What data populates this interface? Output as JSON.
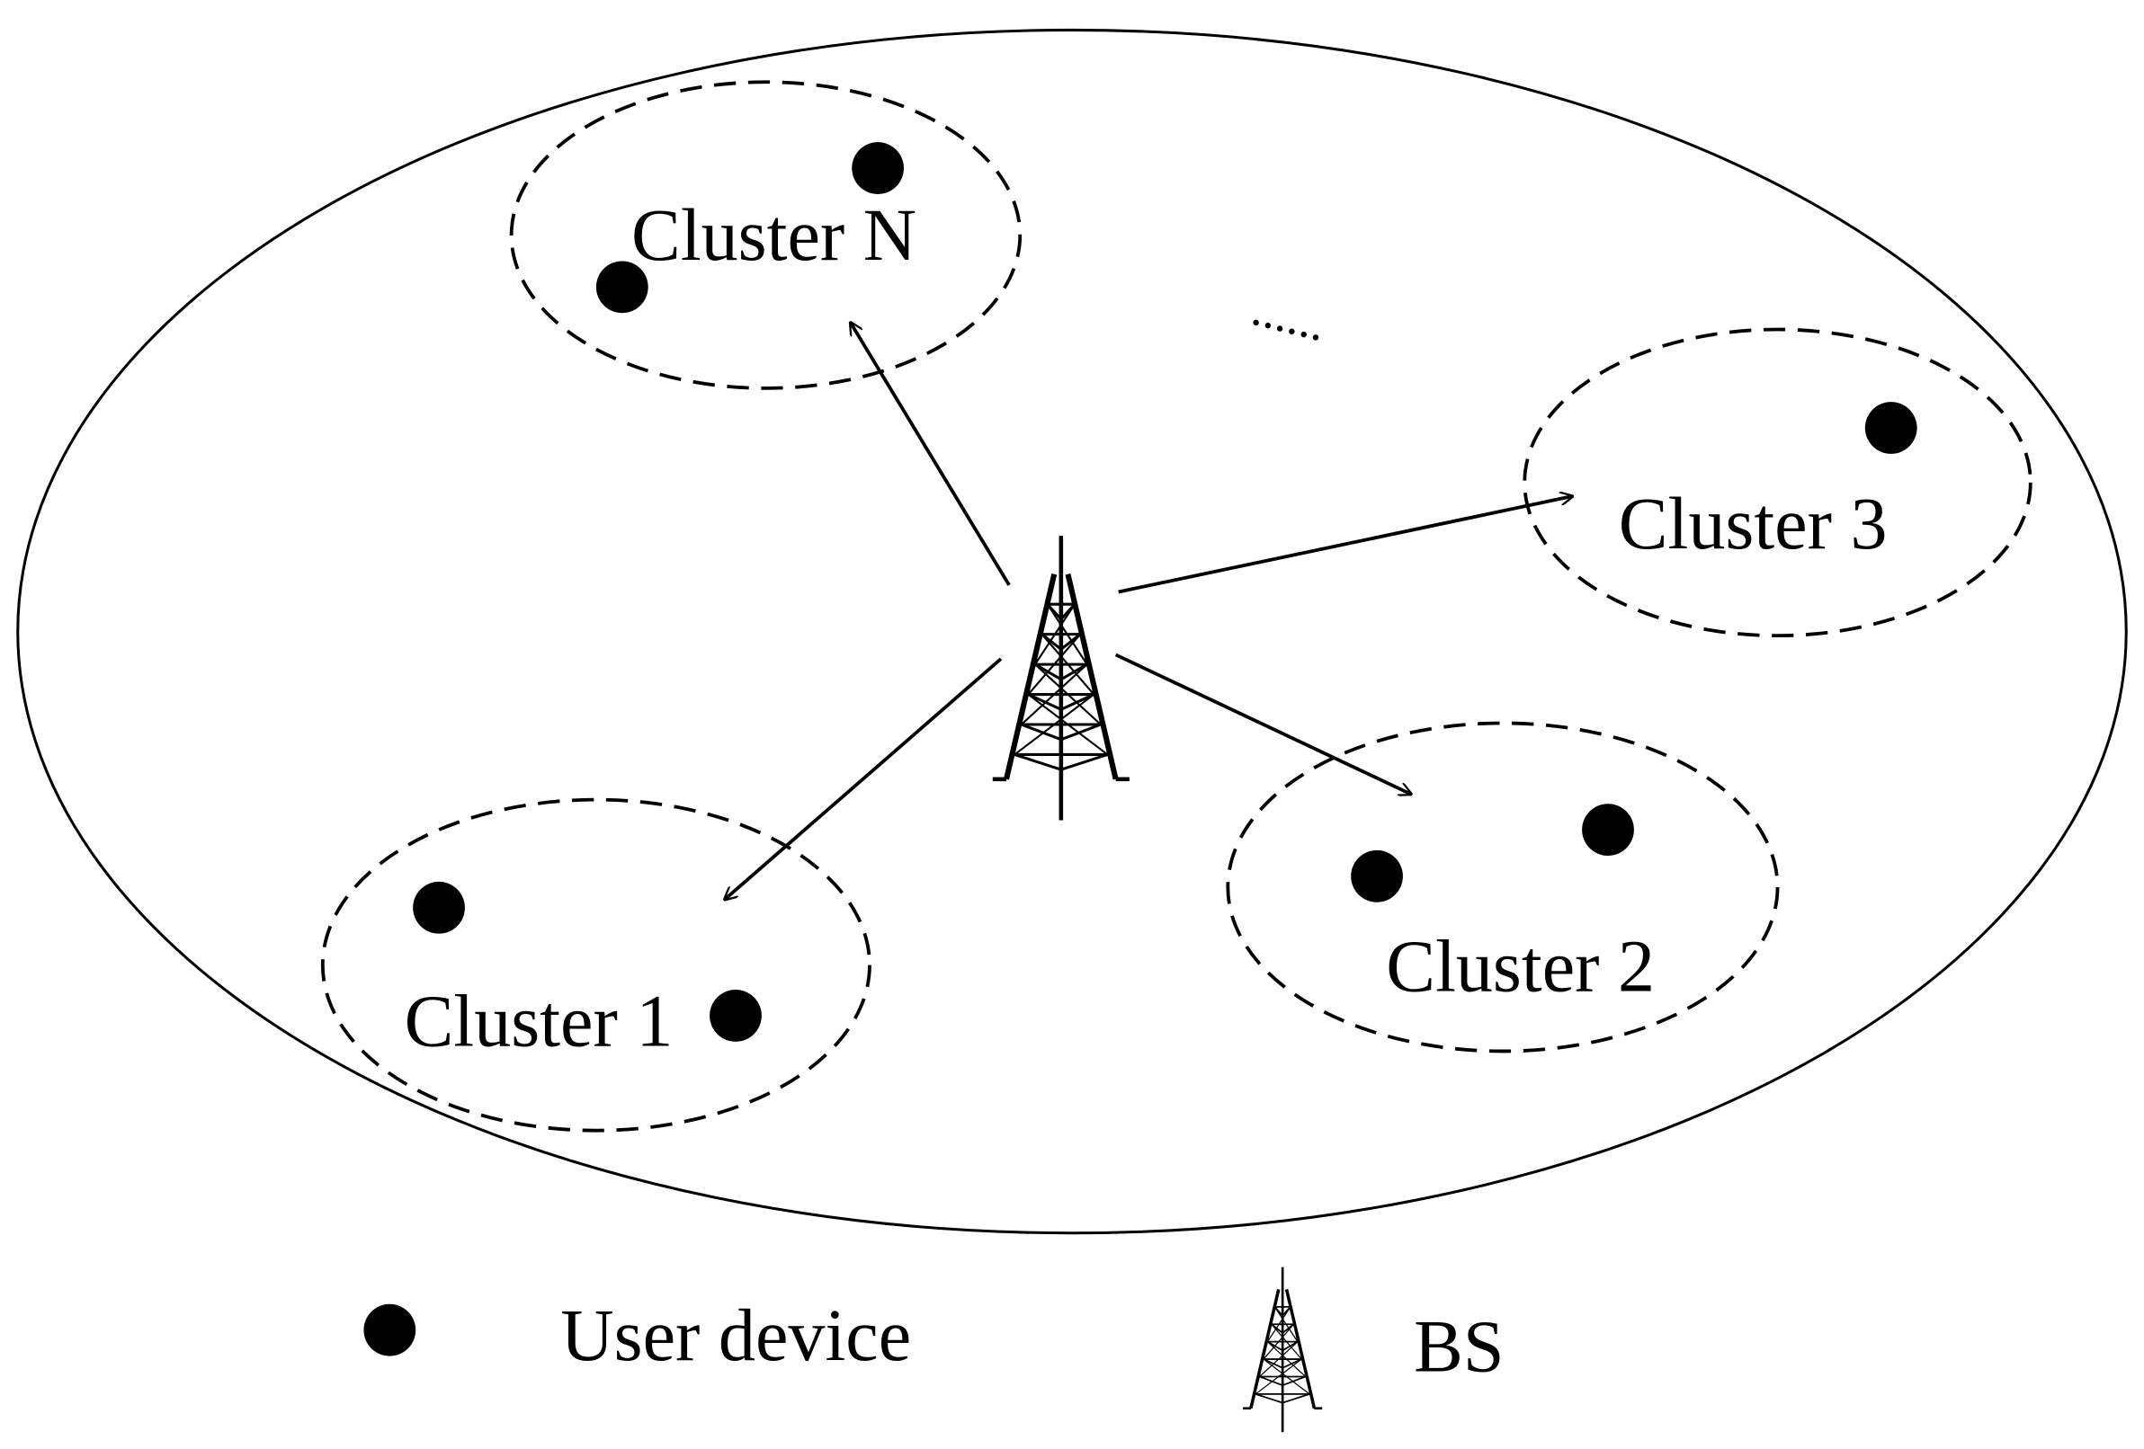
{
  "clusters": [
    {
      "label": "Cluster N"
    },
    {
      "label": "Cluster 3"
    },
    {
      "label": "Cluster 2"
    },
    {
      "label": "Cluster 1"
    }
  ],
  "ellipsis": "......",
  "legend": {
    "user_device": "User device",
    "bs": "BS"
  },
  "colors": {
    "stroke": "#000000",
    "background": "#ffffff"
  },
  "icons": {
    "user_device": "filled-circle",
    "bs": "transmission-tower"
  }
}
